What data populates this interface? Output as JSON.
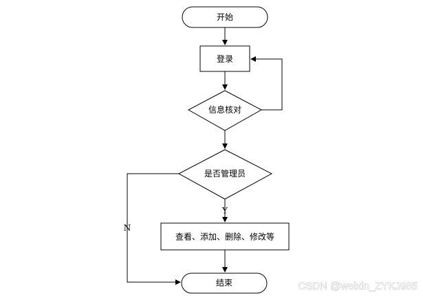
{
  "nodes": {
    "start": {
      "label": "开始",
      "shape": "terminal"
    },
    "login": {
      "label": "登录",
      "shape": "process"
    },
    "verify": {
      "label": "信息核对",
      "shape": "decision"
    },
    "is_admin": {
      "label": "是否管理员",
      "shape": "decision"
    },
    "manage": {
      "label": "查看、添加、删除、修改等",
      "shape": "process"
    },
    "end": {
      "label": "结束",
      "shape": "terminal"
    }
  },
  "edges": {
    "yes_label": "Y",
    "no_label": "N"
  },
  "connections": [
    {
      "from": "start",
      "to": "login"
    },
    {
      "from": "login",
      "to": "verify"
    },
    {
      "from": "verify",
      "to": "login",
      "note": "loop back"
    },
    {
      "from": "verify",
      "to": "is_admin"
    },
    {
      "from": "is_admin",
      "to": "manage",
      "label": "Y"
    },
    {
      "from": "is_admin",
      "to": "end",
      "label": "N"
    },
    {
      "from": "manage",
      "to": "end"
    }
  ],
  "watermark": "CSDN @weixin_ZYKJ985",
  "colors": {
    "stroke": "#000000",
    "fill": "#ffffff",
    "watermark_outline": "#9a9a9a"
  }
}
